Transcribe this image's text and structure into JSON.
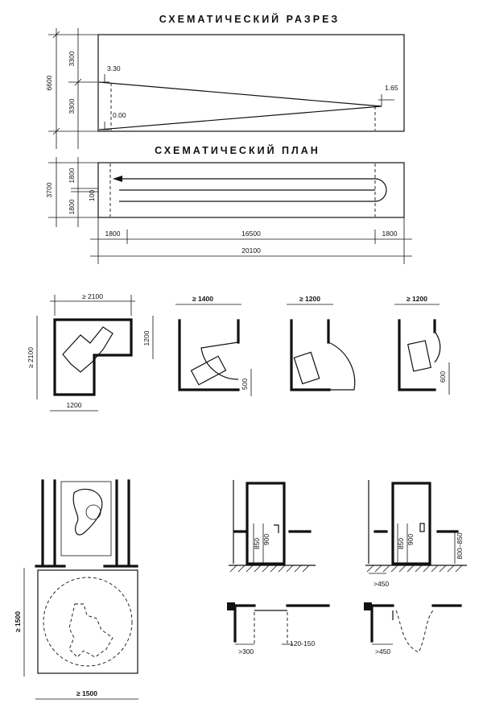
{
  "section": {
    "title": "СХЕМАТИЧЕСКИЙ РАЗРЕЗ",
    "dim_total_height": "6600",
    "dim_upper": "3300",
    "dim_lower": "3300",
    "level_top": "3.30",
    "level_bottom": "0.00",
    "level_mid": "1.65"
  },
  "plan": {
    "title": "СХЕМАТИЧЕСКИЙ ПЛАН",
    "dim_total": "3700",
    "dim_upper": "1800",
    "dim_lower": "1800",
    "dim_mid": "100",
    "dim_left": "1800",
    "dim_center": "16500",
    "dim_right": "1800",
    "dim_overall": "20100"
  },
  "turning": {
    "l_shape_top": "≥ 2100",
    "l_shape_left": "≥ 2100",
    "l_shape_right": "1200",
    "l_shape_bottom": "1200",
    "door1_width": "≥ 1400",
    "door1_offset": "500",
    "door2_width": "≥ 1200",
    "door3_width": "≥ 1200",
    "door3_offset": "600"
  },
  "bottom": {
    "turn_circle": "≥ 1500",
    "turn_depth": "≥ 1500",
    "door_handle_a": "850",
    "door_handle_b": "900",
    "door_handle_c": "850",
    "door_handle_d": "900",
    "door_handle_range": "800–850",
    "door_side_gap": ">450",
    "plan_gap_a": ">300",
    "plan_gap_b": "120-150",
    "plan_gap_c": ">450"
  }
}
